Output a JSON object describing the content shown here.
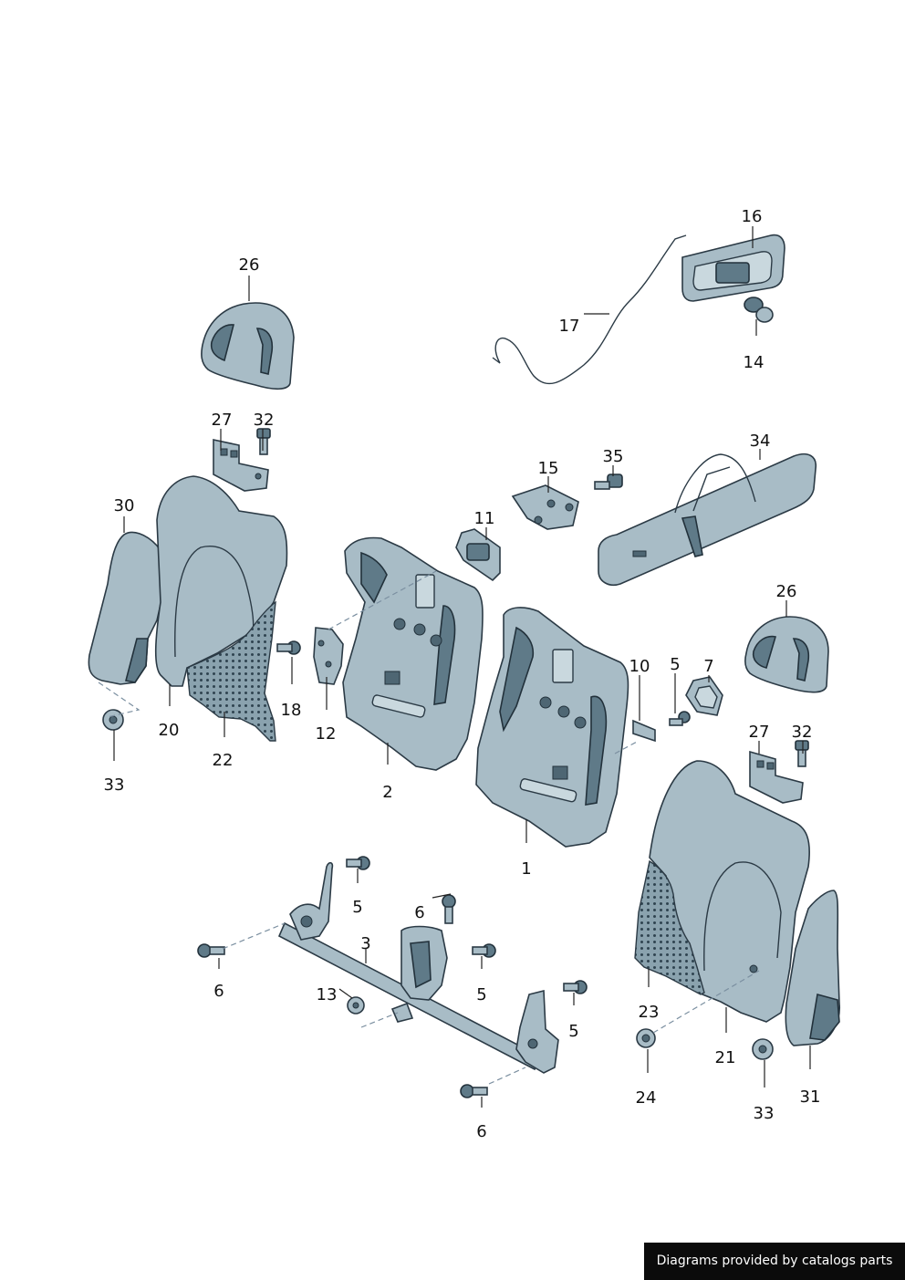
{
  "callouts": {
    "c1": "1",
    "c2": "2",
    "c3": "3",
    "c5a": "5",
    "c5b": "5",
    "c5c": "5",
    "c5d": "5",
    "c6a": "6",
    "c6b": "6",
    "c6c": "6",
    "c7": "7",
    "c10": "10",
    "c11": "11",
    "c12": "12",
    "c13": "13",
    "c14": "14",
    "c15": "15",
    "c16": "16",
    "c17": "17",
    "c18": "18",
    "c20": "20",
    "c21": "21",
    "c22": "22",
    "c23": "23",
    "c24": "24",
    "c26a": "26",
    "c26b": "26",
    "c27a": "27",
    "c27b": "27",
    "c30": "30",
    "c31": "31",
    "c32a": "32",
    "c32b": "32",
    "c33a": "33",
    "c33b": "33",
    "c34": "34",
    "c35": "35"
  },
  "credit": "Diagrams provided by catalogs parts"
}
